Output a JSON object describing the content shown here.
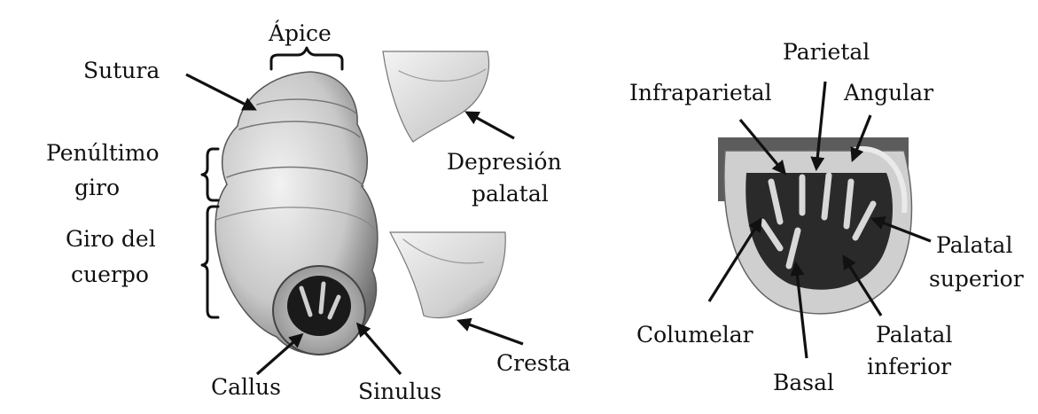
{
  "left_labels": {
    "apice": "Ápice",
    "sutura": "Sutura",
    "penultimo_line1": "Penúltimo",
    "penultimo_line2": "giro",
    "giro_line1": "Giro del",
    "giro_line2": "cuerpo",
    "callus": "Callus",
    "sinulus": "Sinulus",
    "depresion_line1": "Depresión",
    "depresion_line2": "palatal",
    "cresta": "Cresta"
  },
  "right_labels": {
    "parietal": "Parietal",
    "infraparietal": "Infraparietal",
    "angular": "Angular",
    "palatal_superior_line1": "Palatal",
    "palatal_superior_line2": "superior",
    "columelar": "Columelar",
    "palatal_inferior_line1": "Palatal",
    "palatal_inferior_line2": "inferior",
    "basal": "Basal"
  },
  "colors": {
    "shell_light": "#e8e8e8",
    "shell_mid": "#b5b5b5",
    "shell_dark": "#5a5a5a",
    "aperture_dark": "#111111",
    "ink": "#111111"
  }
}
